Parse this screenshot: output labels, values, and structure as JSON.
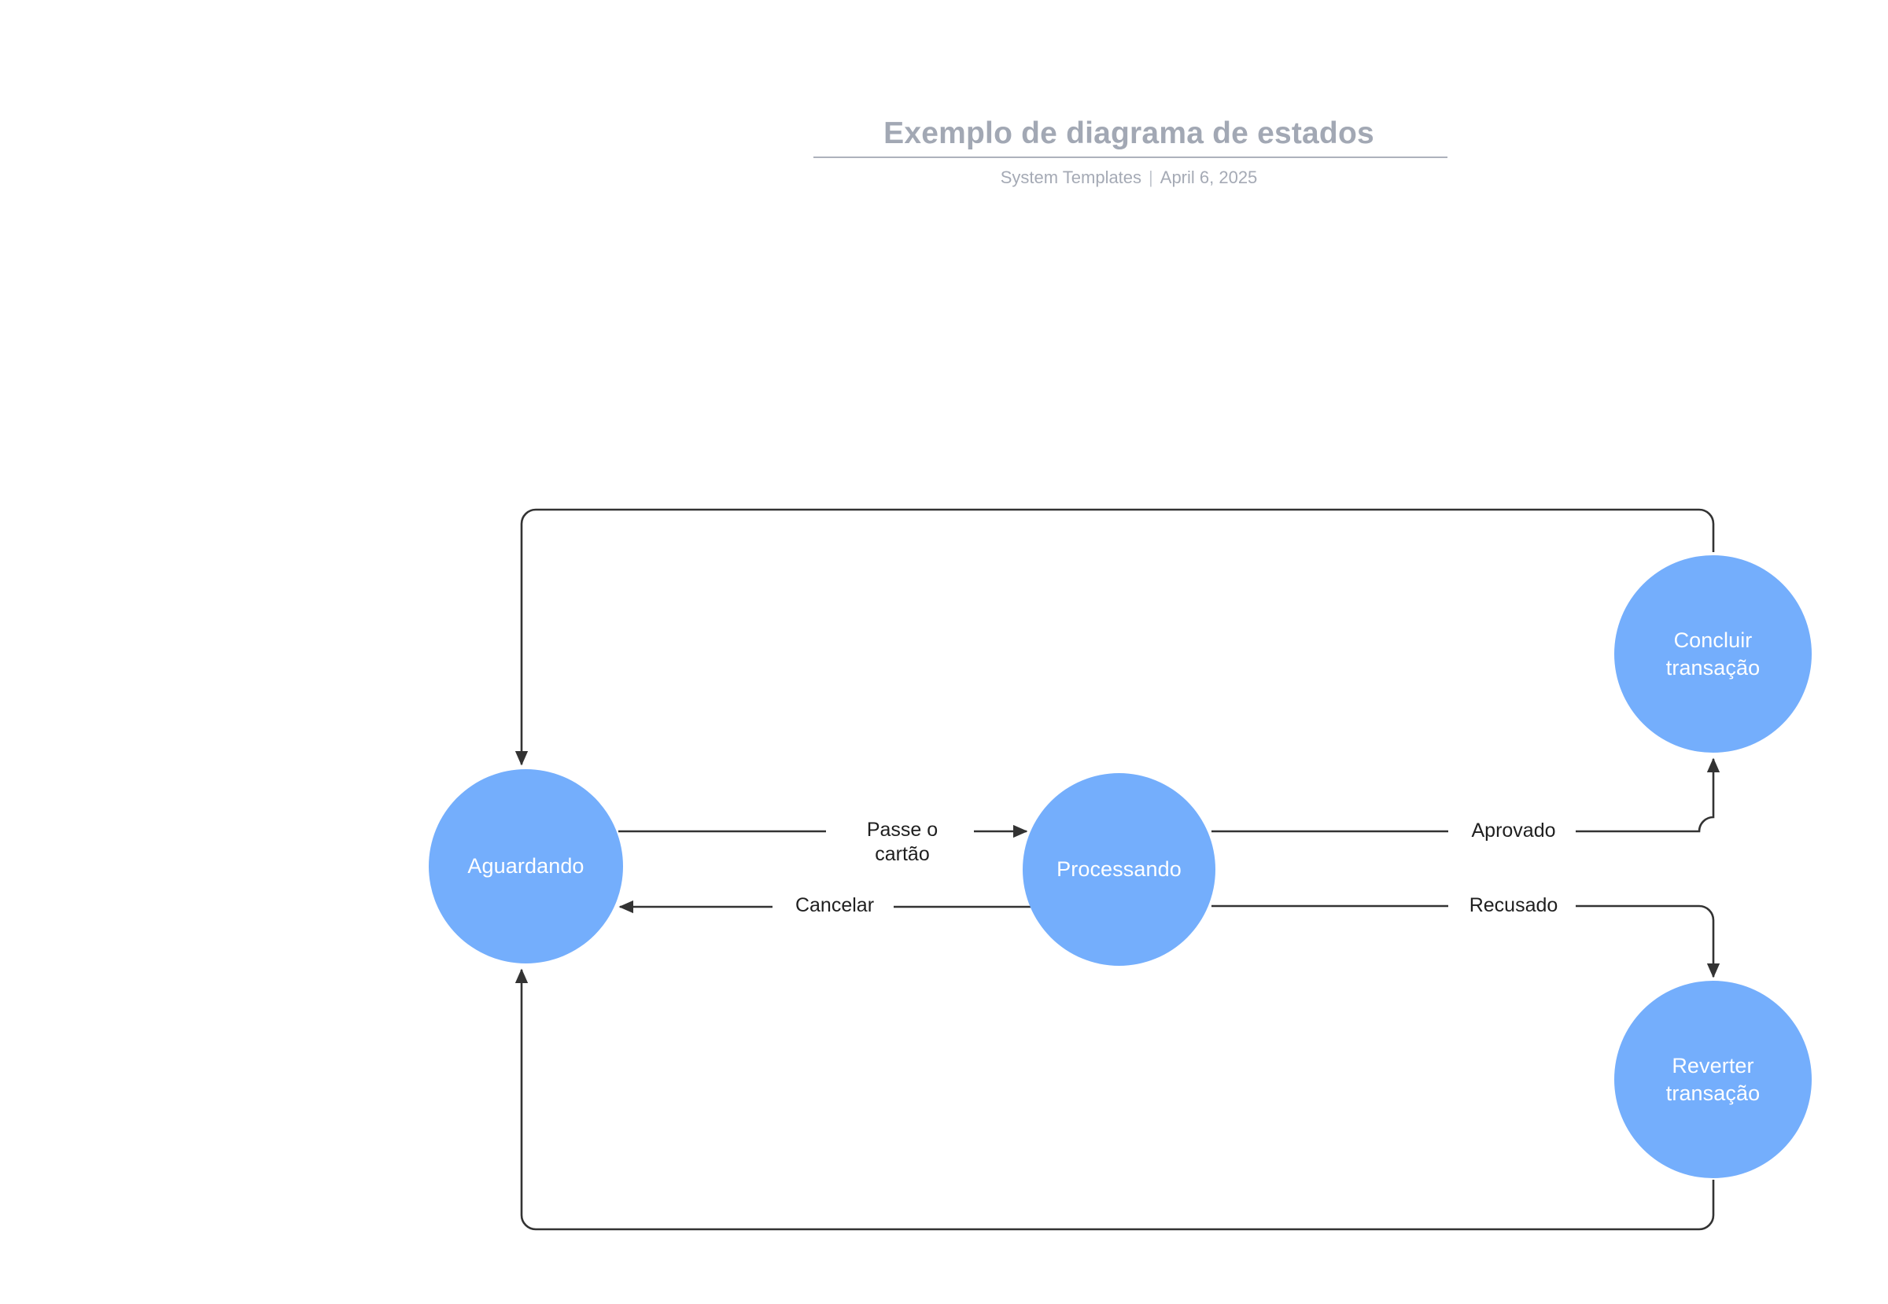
{
  "header": {
    "title": "Exemplo de diagrama de estados",
    "author": "System Templates",
    "divider": "|",
    "date": "April 6, 2025"
  },
  "diagram": {
    "type": "state-diagram",
    "node_color": "#74aefc",
    "node_text_color": "#ffffff",
    "edge_color": "#3a3a3a",
    "nodes": [
      {
        "id": "aguardando",
        "label": "Aguardando"
      },
      {
        "id": "processando",
        "label": "Processando"
      },
      {
        "id": "concluir",
        "label": "Concluir\ntransação"
      },
      {
        "id": "reverter",
        "label": "Reverter\ntransação"
      }
    ],
    "edges": [
      {
        "id": "passe-o-cartao",
        "from": "aguardando",
        "to": "processando",
        "label": "Passe o\ncartão"
      },
      {
        "id": "cancelar",
        "from": "processando",
        "to": "aguardando",
        "label": "Cancelar"
      },
      {
        "id": "aprovado",
        "from": "processando",
        "to": "concluir",
        "label": "Aprovado"
      },
      {
        "id": "recusado",
        "from": "processando",
        "to": "reverter",
        "label": "Recusado"
      },
      {
        "id": "concluir-loop",
        "from": "concluir",
        "to": "aguardando",
        "label": ""
      },
      {
        "id": "reverter-loop",
        "from": "reverter",
        "to": "aguardando",
        "label": ""
      }
    ]
  }
}
